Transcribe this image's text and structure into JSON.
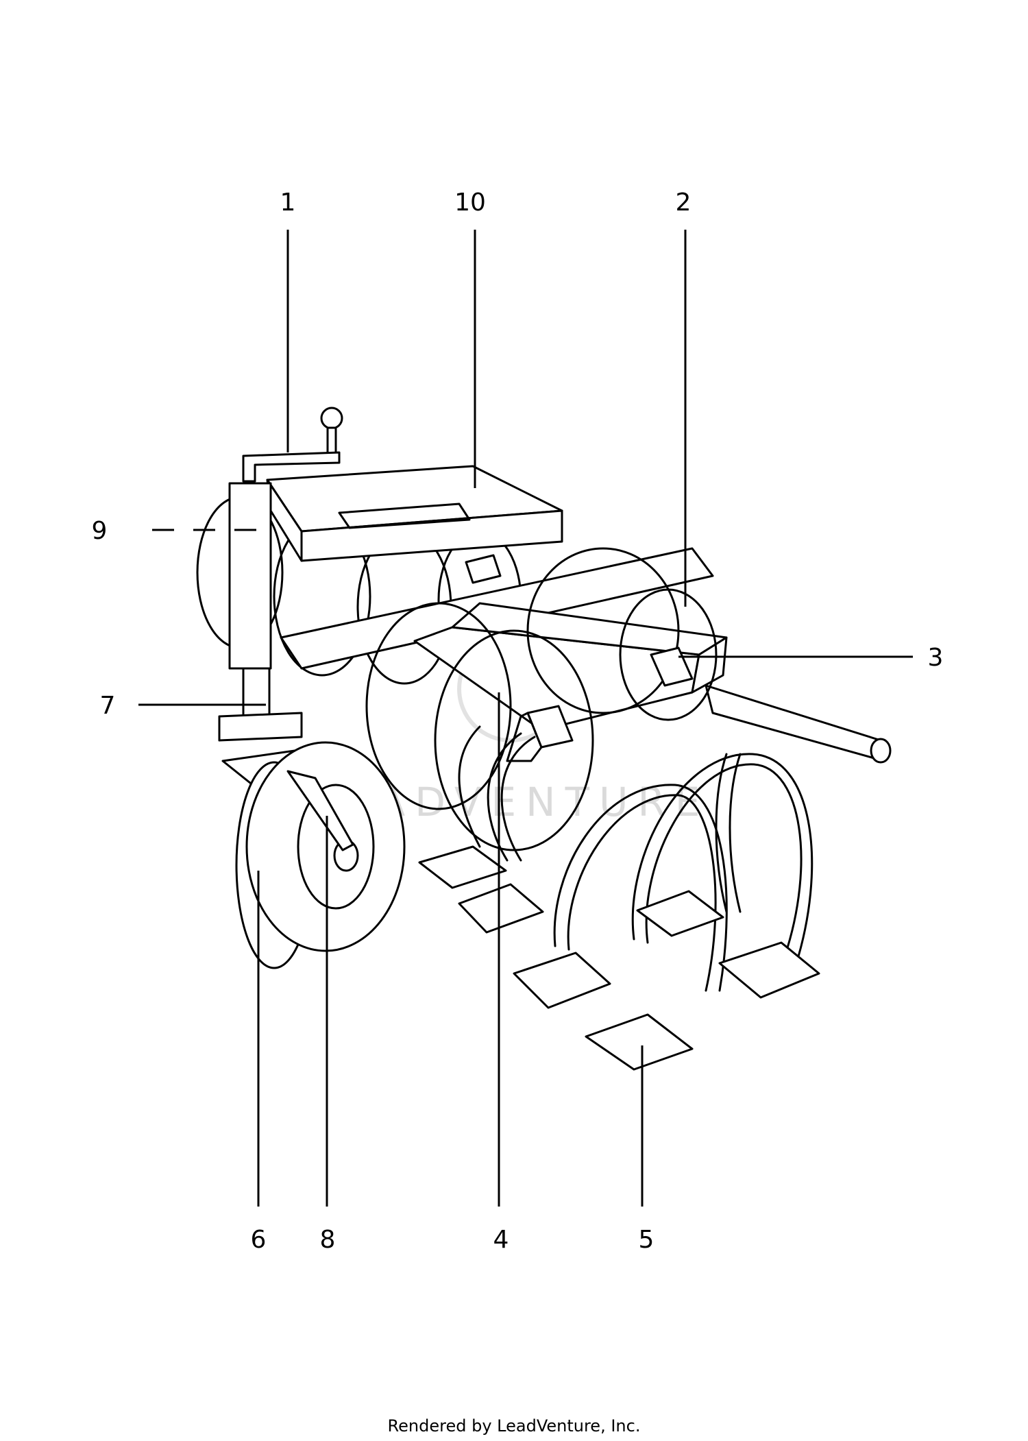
{
  "callouts": [
    {
      "id": "1",
      "label": "1"
    },
    {
      "id": "2",
      "label": "2"
    },
    {
      "id": "3",
      "label": "3"
    },
    {
      "id": "4",
      "label": "4"
    },
    {
      "id": "5",
      "label": "5"
    },
    {
      "id": "6",
      "label": "6"
    },
    {
      "id": "7",
      "label": "7"
    },
    {
      "id": "8",
      "label": "8"
    },
    {
      "id": "9",
      "label": "9"
    },
    {
      "id": "10",
      "label": "10"
    }
  ],
  "watermark": {
    "text": "LEADVENTURE"
  },
  "footer": {
    "text": "Rendered by LeadVenture, Inc."
  }
}
